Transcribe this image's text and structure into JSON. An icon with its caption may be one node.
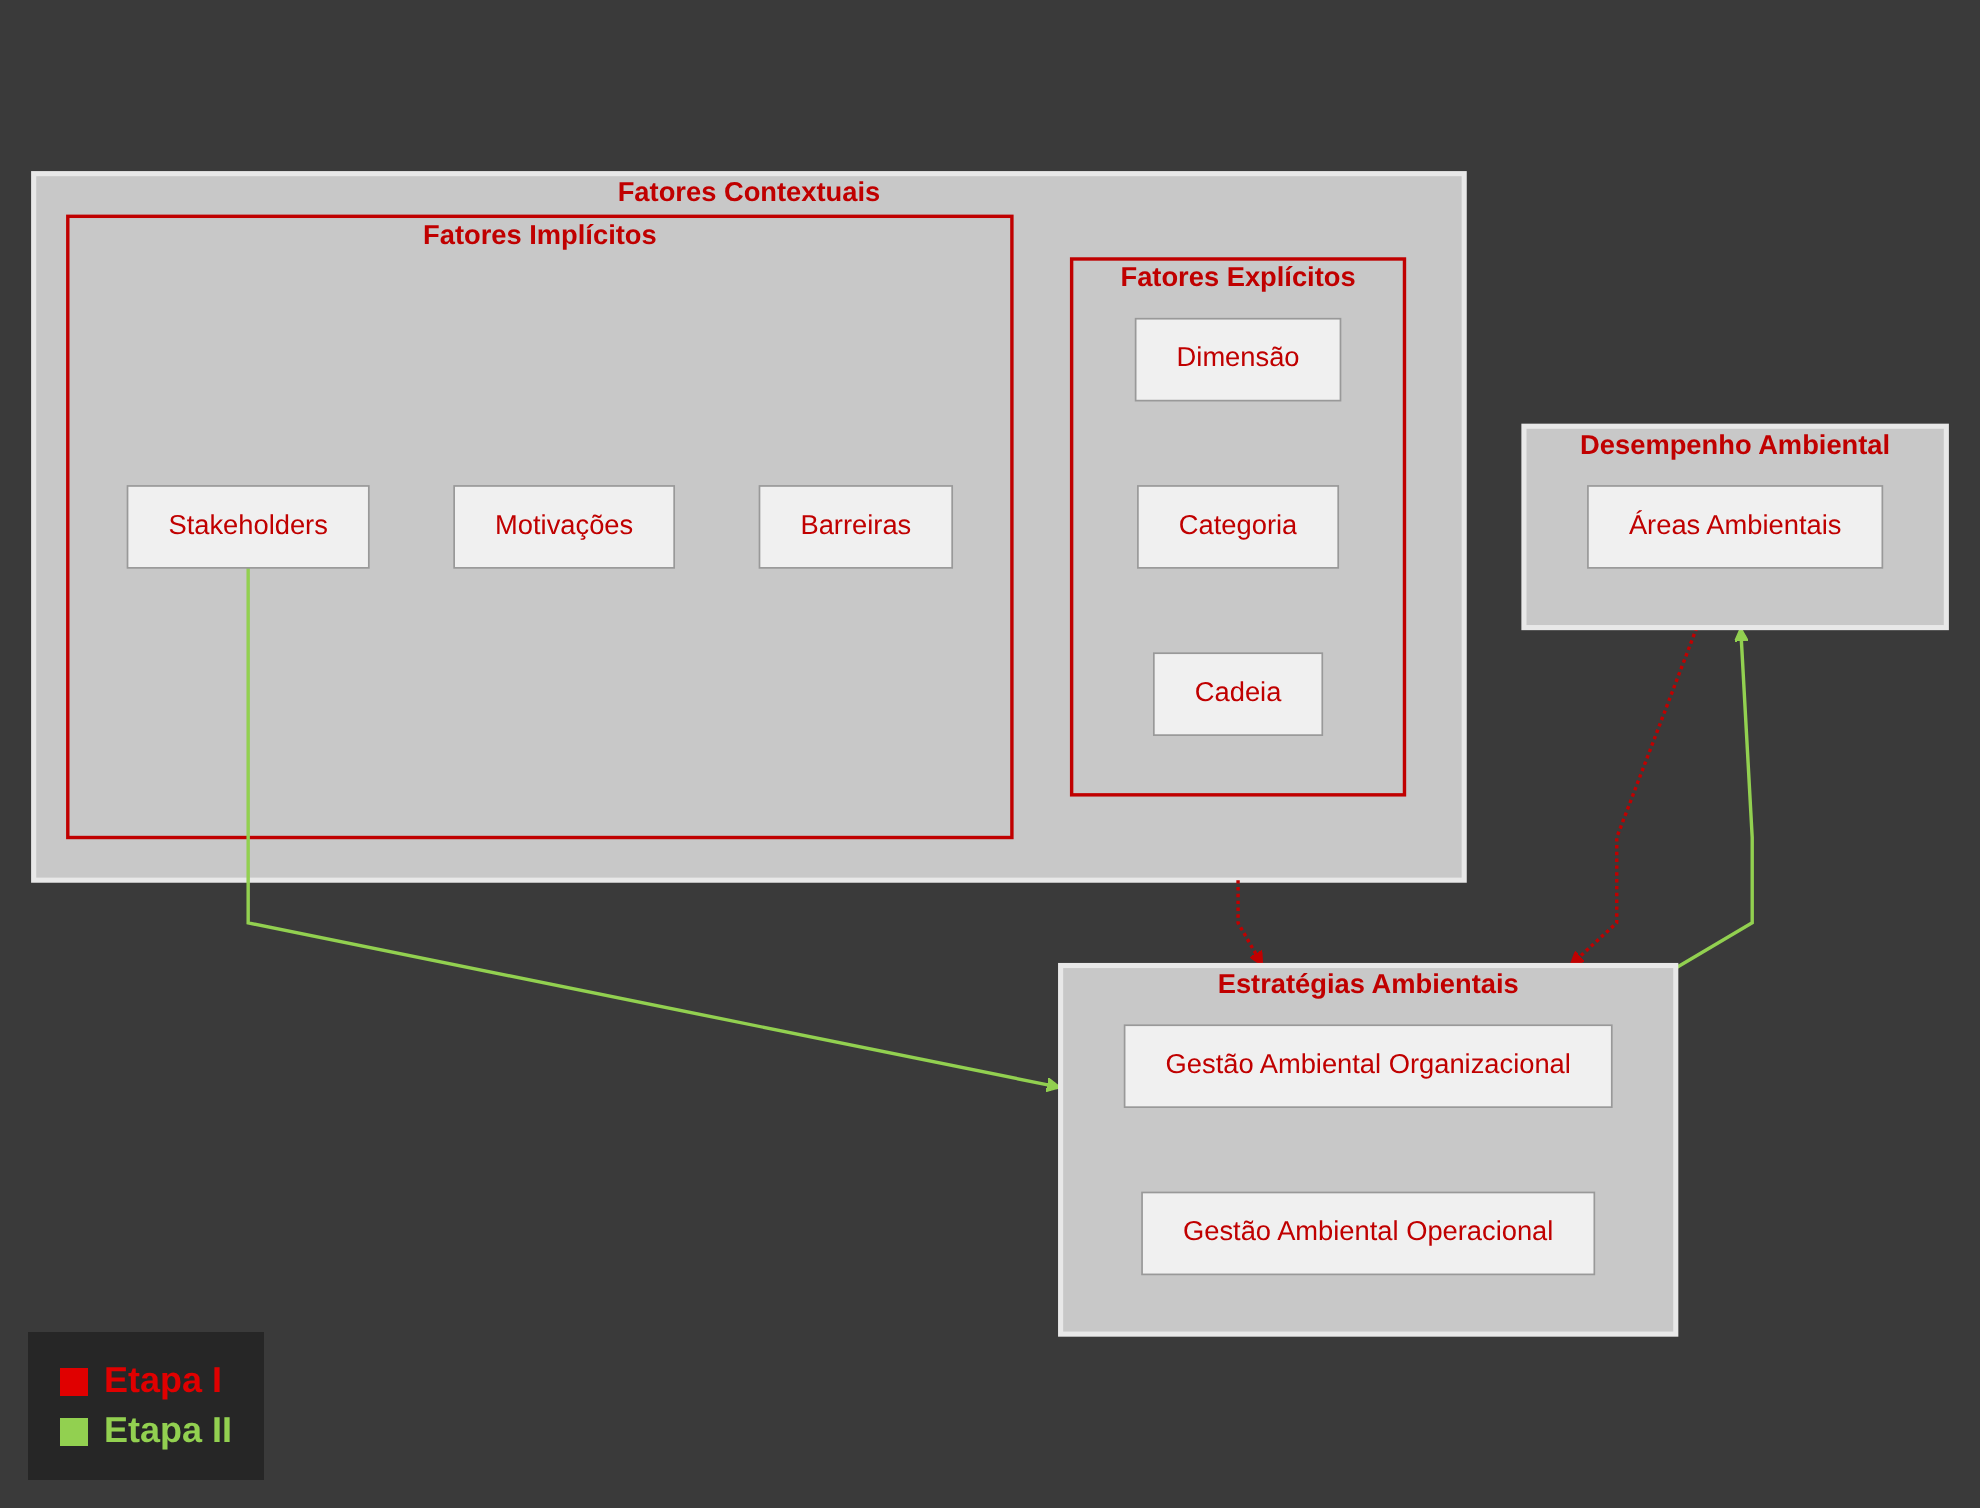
{
  "diagram": {
    "nodes": [
      {
        "text": [
          "Fatores Contextuais"
        ]
      },
      {
        "text": [
          "Fatores Implícitos"
        ],
        "in": 0
      },
      {
        "text": [
          "Stakeholders"
        ],
        "in": 1
      },
      {
        "text": [
          "Motivações"
        ],
        "in": 1
      },
      {
        "text": [
          "Barreiras"
        ],
        "in": 1
      },
      {
        "text": [
          "Fatores Explícitos"
        ],
        "in": 0
      },
      {
        "text": [
          "Dimensão"
        ],
        "in": 5
      },
      {
        "text": [
          "Categoria"
        ],
        "in": 5
      },
      {
        "text": [
          "Cadeia"
        ],
        "in": 5
      },
      {
        "text": [
          "Estratégias Ambientais"
        ]
      },
      {
        "text": [
          "Gestão Ambiental Organizacional"
        ],
        "in": 9
      },
      {
        "text": [
          "Gestão Ambiental Operacional"
        ],
        "in": 9
      },
      {
        "text": [
          "Desempenho Ambiental"
        ]
      },
      {
        "text": [
          "Áreas Ambientais"
        ],
        "in": 12
      }
    ],
    "edges": [
      {
        "from": 2,
        "to": 9,
        "arrow": "to",
        "color": "#92d050"
      },
      {
        "from": 9,
        "to": 12,
        "arrow": "to",
        "color": "#92d050"
      },
      {
        "from": 0,
        "to": 9,
        "arrow": "to",
        "style": "dashed",
        "color": "#c00000"
      },
      {
        "from": 12,
        "to": 9,
        "arrow": "to",
        "style": "dashed",
        "color": "#c00000"
      }
    ],
    "legend": [
      {
        "text": "Etapa I",
        "color": "#e00000"
      },
      {
        "text": "Etapa II",
        "color": "#92d050"
      }
    ]
  }
}
